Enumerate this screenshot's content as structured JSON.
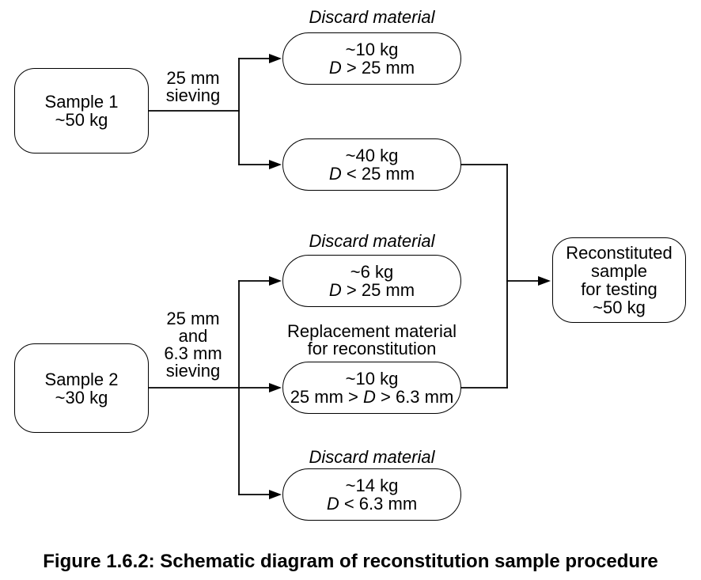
{
  "colors": {
    "ink": "#000000",
    "background": "#ffffff"
  },
  "caption": "Figure 1.6.2: Schematic diagram of reconstitution sample procedure",
  "nodes": {
    "sample1": {
      "lines": [
        "Sample 1",
        "~50 kg"
      ]
    },
    "sample2": {
      "lines": [
        "Sample 2",
        "~30 kg"
      ]
    },
    "discard_s1": {
      "weight": "~10 kg",
      "cond_d": "D",
      "cond_rest": " > 25 mm"
    },
    "under25": {
      "weight": "~40 kg",
      "cond_d": "D",
      "cond_rest": " < 25 mm"
    },
    "discard_s2_coarse": {
      "weight": "~6 kg",
      "cond_d": "D",
      "cond_rest": " > 25 mm"
    },
    "replacement": {
      "weight": "~10 kg",
      "cond_pre": "25 mm > ",
      "cond_d": "D",
      "cond_rest": " > 6.3 mm"
    },
    "discard_s2_fines": {
      "weight": "~14 kg",
      "cond_d": "D",
      "cond_rest": " < 6.3 mm"
    },
    "reconstituted": {
      "lines": [
        "Reconstituted",
        "sample",
        "for testing",
        "~50 kg"
      ]
    }
  },
  "labels": {
    "discard1": "Discard material",
    "discard2": "Discard material",
    "discard3": "Discard material",
    "replacement": {
      "lines": [
        "Replacement material",
        "for reconstitution"
      ]
    },
    "sieving1": {
      "lines": [
        "25 mm",
        "sieving"
      ]
    },
    "sieving2": {
      "lines": [
        "25 mm",
        "and",
        "6.3 mm",
        "sieving"
      ]
    }
  }
}
